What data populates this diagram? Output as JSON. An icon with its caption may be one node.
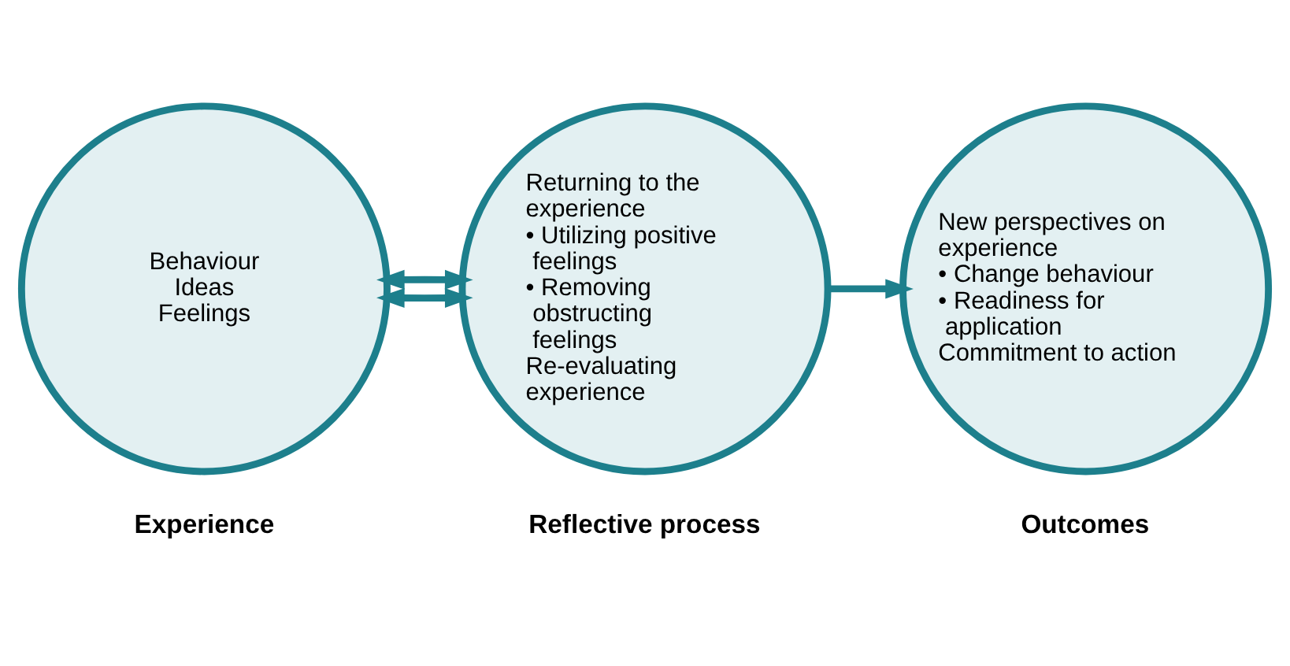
{
  "diagram": {
    "nodes": [
      {
        "text": [
          "Behaviour",
          "Ideas",
          "Feelings"
        ],
        "beside": [
          "Experience"
        ]
      },
      {
        "text": [
          "Returning to the experience",
          "• Utilizing positive feelings",
          "• Removing obstructing feelings",
          "Re-evaluating experience"
        ],
        "beside": [
          "Reflective process"
        ]
      },
      {
        "text": [
          "New perspectives on experience",
          "• Change behaviour",
          "• Readiness for application",
          "Commitment to action"
        ],
        "beside": [
          "Outcomes"
        ]
      }
    ],
    "edges": [
      {
        "from": 0,
        "to": 1,
        "arrow": "both"
      },
      {
        "from": 0,
        "to": 1,
        "arrow": "both"
      },
      {
        "from": 1,
        "to": 2,
        "arrow": "to"
      }
    ]
  }
}
